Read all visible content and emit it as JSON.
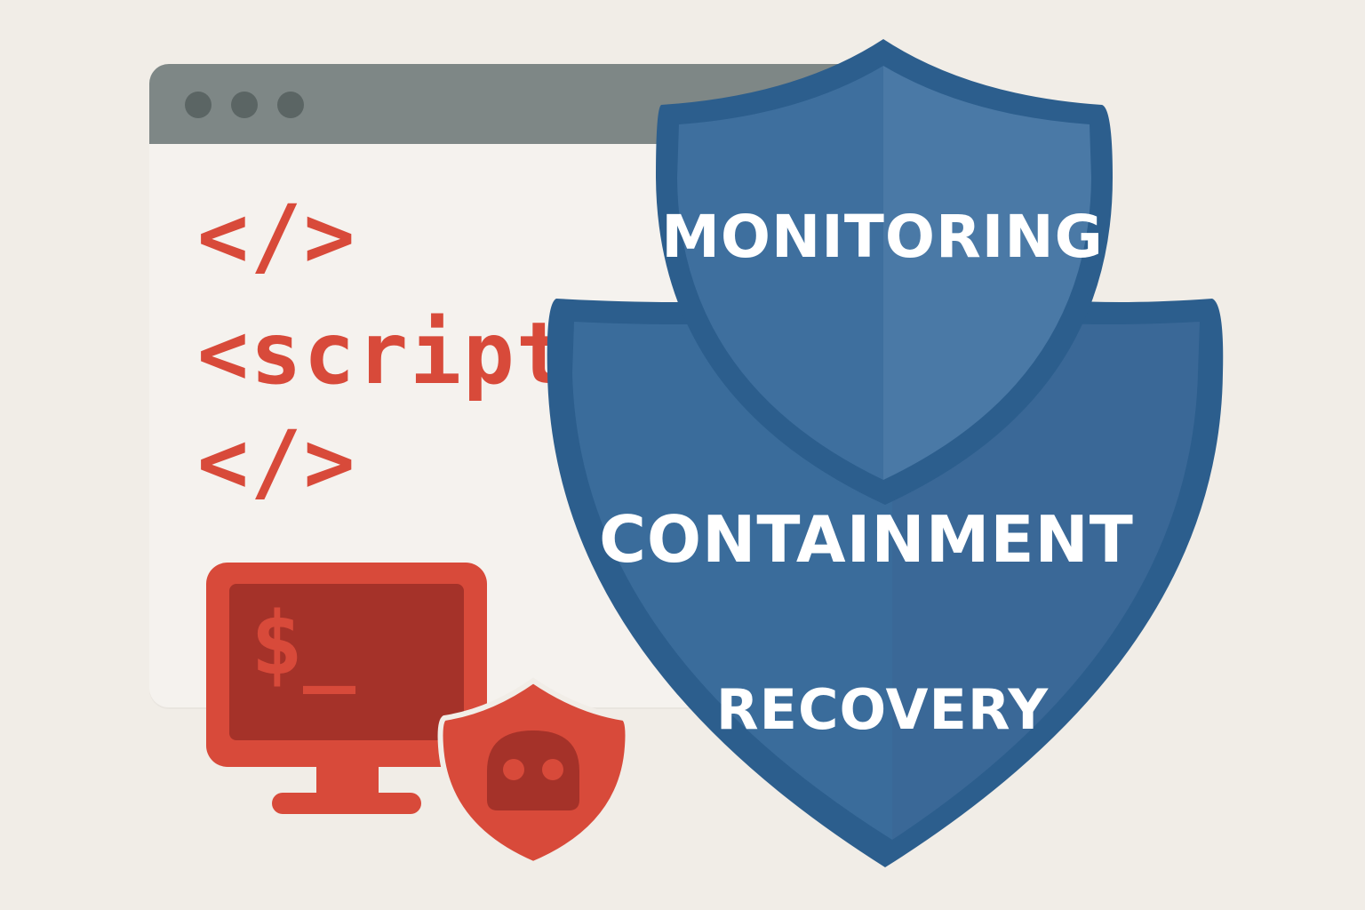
{
  "code": {
    "line1": "</>",
    "line2": "<script",
    "line3": "</>"
  },
  "terminal": {
    "prompt": "$_"
  },
  "shields": {
    "outer": [
      "CONTAINMENT",
      "RECOVERY"
    ],
    "inner": "MONITORING"
  },
  "icons": {
    "browser": "browser-window-icon",
    "terminal": "computer-terminal-icon",
    "bot_shield": "bot-shield-icon"
  },
  "colors": {
    "background": "#f1ede7",
    "browser_bar": "#7e8786",
    "code_red": "#d84a3a",
    "shield_blue": "#2f6292",
    "shield_blue_light": "#3d6f9e"
  }
}
